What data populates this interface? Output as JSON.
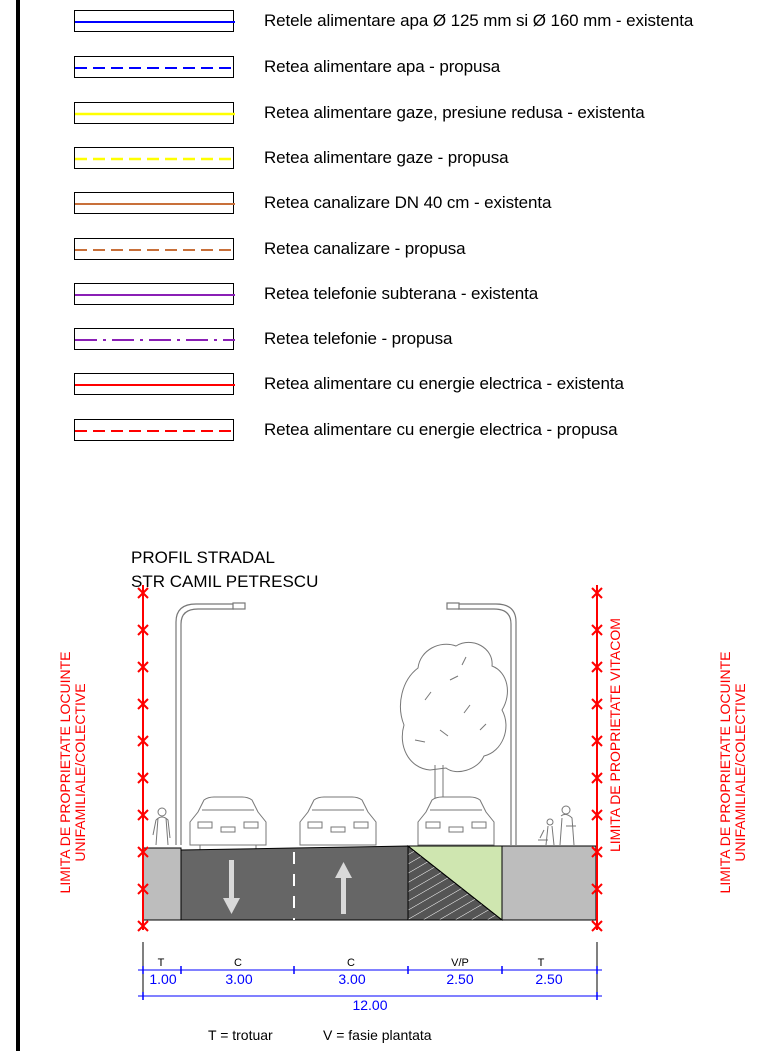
{
  "legend": [
    {
      "label": "Retele alimentare apa Ø 125 mm si Ø 160 mm  - existenta",
      "color": "#0000ff",
      "style": "solid"
    },
    {
      "label": "Retea alimentare apa  - propusa",
      "color": "#0000ff",
      "style": "dashed"
    },
    {
      "label": "Retea alimentare gaze, presiune redusa  - existenta",
      "color": "#ffff00",
      "style": "solid"
    },
    {
      "label": "Retea alimentare gaze  - propusa",
      "color": "#ffff00",
      "style": "dashed"
    },
    {
      "label": "Retea canalizare DN 40 cm - existenta",
      "color": "#c8703a",
      "style": "solid"
    },
    {
      "label": "Retea canalizare  - propusa",
      "color": "#c8703a",
      "style": "dashed"
    },
    {
      "label": "Retea telefonie subterana - existenta",
      "color": "#8a1fb5",
      "style": "solid"
    },
    {
      "label": "Retea telefonie - propusa",
      "color": "#8a1fb5",
      "style": "dashdot"
    },
    {
      "label": "Retea alimentare cu energie electrica  - existenta",
      "color": "#ff0000",
      "style": "solid"
    },
    {
      "label": "Retea alimentare cu energie electrica  - propusa",
      "color": "#ff0000",
      "style": "dashed"
    }
  ],
  "profile": {
    "title_line1": "PROFIL STRADAL",
    "title_line2": "STR CAMIL PETRESCU",
    "left_limit_line1": "LIMITA DE PROPRIETATE LOCUINTE",
    "left_limit_line2": "UNIFAMILIALE/COLECTIVE",
    "middle_limit": "LIMITA DE PROPRIETATE VITACOM",
    "right_limit_line1": "LIMITA DE PROPRIETATE LOCUINTE",
    "right_limit_line2": "UNIFAMILIALE/COLECTIVE",
    "segments": [
      {
        "code": "T",
        "width": "1.00"
      },
      {
        "code": "C",
        "width": "3.00"
      },
      {
        "code": "C",
        "width": "3.00"
      },
      {
        "code": "V/P",
        "width": "2.50"
      },
      {
        "code": "T",
        "width": "2.50"
      }
    ],
    "total_width": "12.00",
    "note_t": "T = trotuar",
    "note_v": "V = fasie plantata"
  },
  "colors": {
    "limit_red": "#ff0000",
    "dimension_blue": "#0000ff",
    "sidewalk_gray": "#bdbdbd",
    "road_dark": "#666666",
    "green_strip": "#cfe6b0"
  }
}
